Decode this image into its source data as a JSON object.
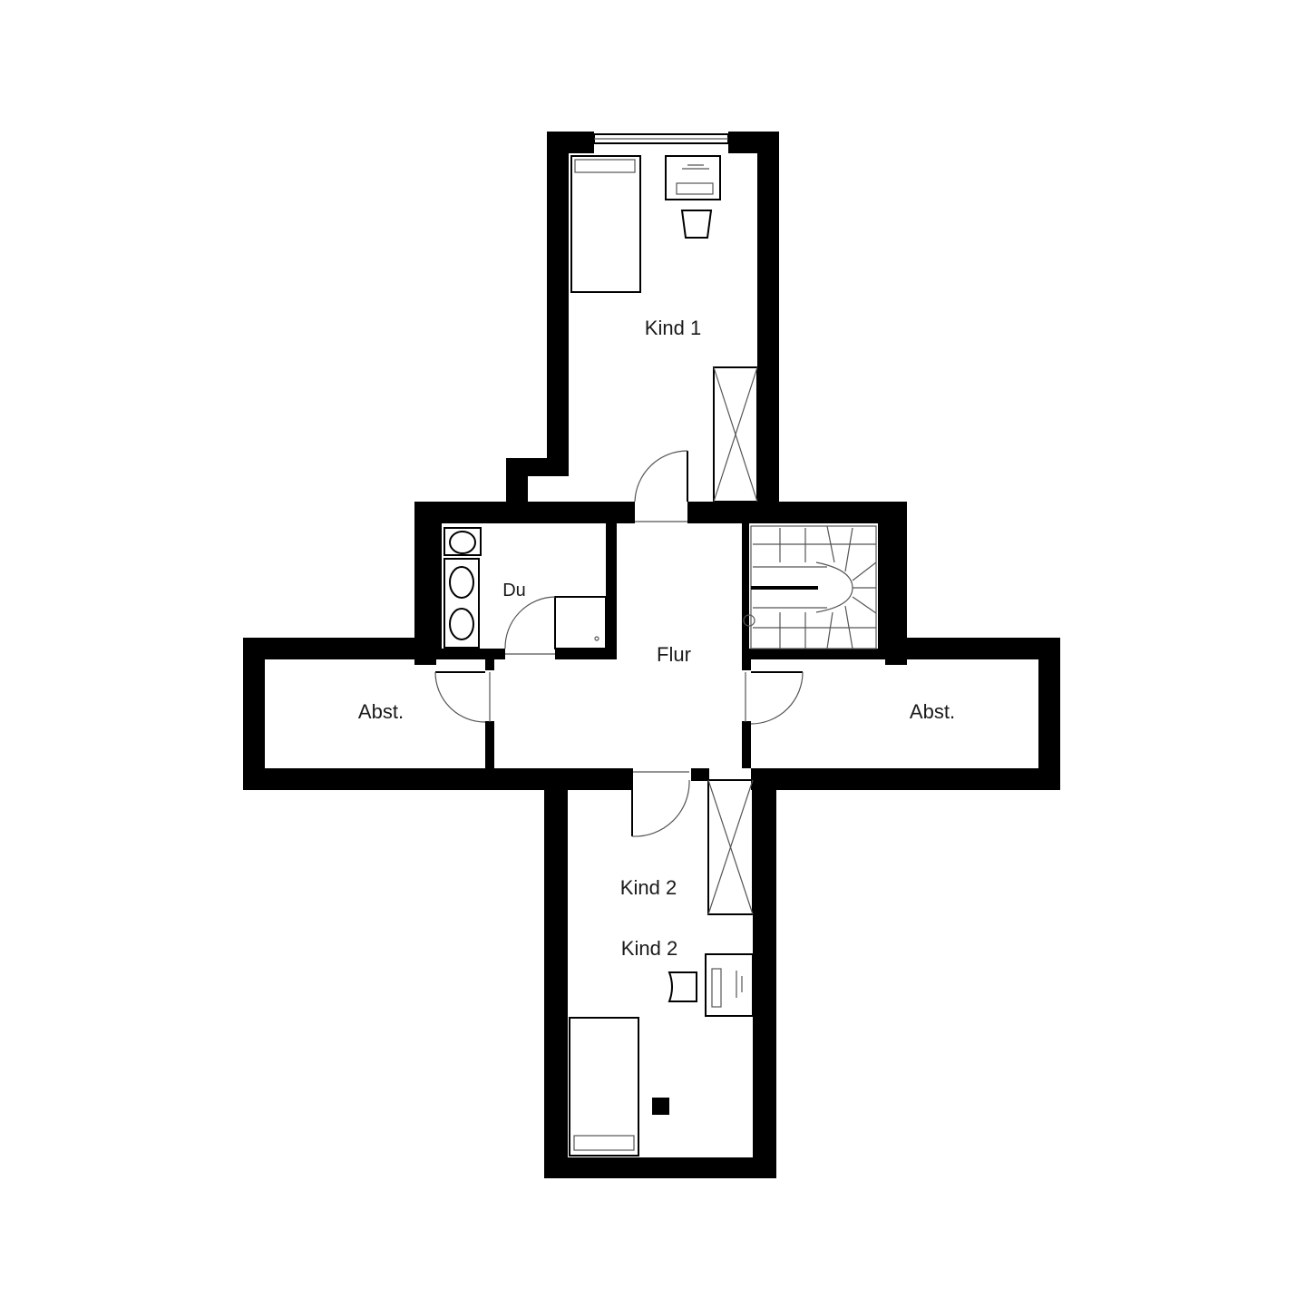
{
  "rooms": {
    "kind1": "Kind 1",
    "du": "Du",
    "flur": "Flur",
    "abst_left": "Abst.",
    "abst_right": "Abst.",
    "kind2_a": "Kind 2",
    "kind2_b": "Kind 2"
  },
  "colors": {
    "wall": "#000000",
    "background": "#ffffff",
    "fixture": "#555555"
  },
  "icons": [
    "bed-icon",
    "desk-icon",
    "chair-icon",
    "wardrobe-icon",
    "door-icon",
    "toilet-icon",
    "sink-icon",
    "shower-icon",
    "stairs-icon",
    "window-icon",
    "chimney-icon"
  ]
}
